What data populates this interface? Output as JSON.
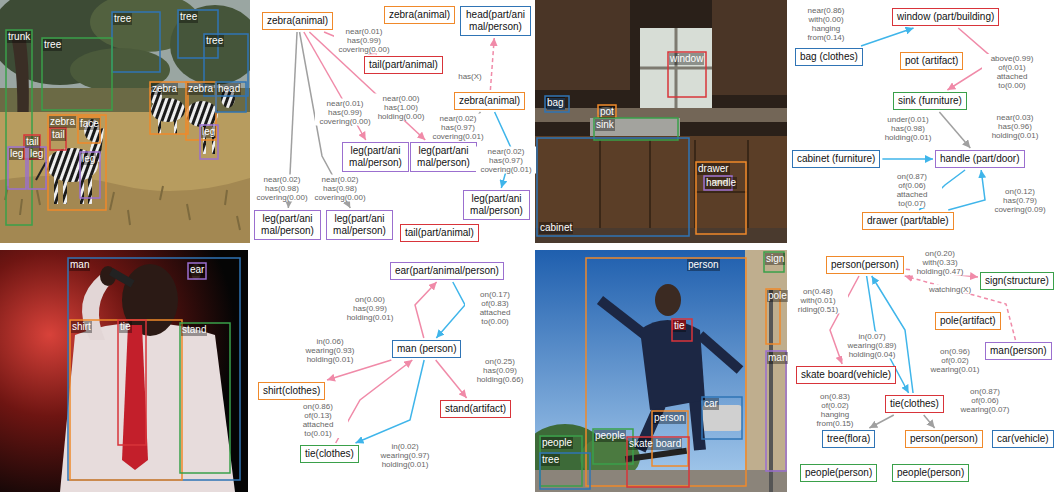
{
  "diagram": {
    "nodes": [
      {
        "text": [
          "zebra(animal)"
        ]
      },
      {
        "text": [
          "zebra(animal)"
        ]
      },
      {
        "text": [
          "head(part/animal/person)"
        ]
      },
      {
        "text": [
          "tail(part/animal)"
        ]
      },
      {
        "text": [
          "zebra(animal)"
        ]
      },
      {
        "text": [
          "leg(part/animal/person)"
        ]
      },
      {
        "text": [
          "leg(part/animal/person)"
        ]
      },
      {
        "text": [
          "leg(part/animal/person)"
        ]
      },
      {
        "text": [
          "leg(part/animal/person)"
        ]
      },
      {
        "text": [
          "leg(part/animal/person)"
        ]
      },
      {
        "text": [
          "tail(part/animal)"
        ]
      },
      {
        "text": [
          "window (part/building)"
        ]
      },
      {
        "text": [
          "bag (clothes)"
        ]
      },
      {
        "text": [
          "pot (artifact)"
        ]
      },
      {
        "text": [
          "sink (furniture)"
        ]
      },
      {
        "text": [
          "cabinet (furniture)"
        ]
      },
      {
        "text": [
          "handle (part/door)"
        ]
      },
      {
        "text": [
          "drawer (part/table)"
        ]
      },
      {
        "text": [
          "ear(part/animal/person)"
        ]
      },
      {
        "text": [
          "man (person)"
        ]
      },
      {
        "text": [
          "shirt(clothes)"
        ]
      },
      {
        "text": [
          "stand(artifact)"
        ]
      },
      {
        "text": [
          "tie(clothes)"
        ]
      },
      {
        "text": [
          "person(person)"
        ]
      },
      {
        "text": [
          "sign(structure)"
        ]
      },
      {
        "text": [
          "pole(artifact)"
        ]
      },
      {
        "text": [
          "man(person)"
        ]
      },
      {
        "text": [
          "skate board(vehicle)"
        ]
      },
      {
        "text": [
          "tie(clothes)"
        ]
      },
      {
        "text": [
          "tree(flora)"
        ]
      },
      {
        "text": [
          "person(person)"
        ]
      },
      {
        "text": [
          "car(vehicle)"
        ]
      },
      {
        "text": [
          "people(person)"
        ]
      },
      {
        "text": [
          "people(person)"
        ]
      }
    ],
    "edges": [
      {
        "from": 0,
        "to": 3,
        "arrow": "to",
        "label": "near(0.01) has(0.99) covering(0.00)"
      },
      {
        "from": 0,
        "to": 6,
        "arrow": "to",
        "label": "near(0.00) has(1.00) holding(0.00)"
      },
      {
        "from": 0,
        "to": 5,
        "arrow": "to",
        "label": "near(0.01) has(0.99) covering(0.00)"
      },
      {
        "from": 0,
        "to": 8,
        "arrow": "to",
        "label": "near(0.02) has(0.98) covering(0.00)"
      },
      {
        "from": 0,
        "to": 9,
        "arrow": "to",
        "label": "near(0.02) has(0.98) covering(0.00)"
      },
      {
        "from": 4,
        "to": 2,
        "arrow": "to",
        "label": "has(X)"
      },
      {
        "from": 4,
        "to": 6,
        "arrow": "to",
        "label": "near(0.02) has(0.97) covering(0.01)"
      },
      {
        "from": 4,
        "to": 7,
        "arrow": "to",
        "label": "near(0.02) has(0.97) covering(0.01)"
      },
      {
        "from": 12,
        "to": 11,
        "arrow": "to",
        "label": "near(0.86) with(0.00) hanging from(0.14)"
      },
      {
        "from": 11,
        "to": 14,
        "arrow": "to",
        "label": "above(0.99) of(0.01) attached to(0.00)"
      },
      {
        "from": 14,
        "to": 16,
        "arrow": "to",
        "label": "near(0.03) has(0.96) holding(0.01)"
      },
      {
        "from": 15,
        "to": 16,
        "arrow": "to",
        "label": "under(0.01) has(0.98) holding(0.01)"
      },
      {
        "from": 16,
        "to": 17,
        "arrow": "to",
        "label": "on(0.87) of(0.06) attached to(0.07)"
      },
      {
        "from": 17,
        "to": 16,
        "arrow": "to",
        "label": "on(0.12) has(0.79) covering(0.09)"
      },
      {
        "from": 19,
        "to": 18,
        "arrow": "to",
        "label": "on(0.00) has(0.99) holding(0.01)"
      },
      {
        "from": 18,
        "to": 19,
        "arrow": "to",
        "label": "on(0.17) of(0.83) attached to(0.00)"
      },
      {
        "from": 19,
        "to": 20,
        "arrow": "to",
        "label": "in(0.06) wearing(0.93) holding(0.01)"
      },
      {
        "from": 19,
        "to": 21,
        "arrow": "to",
        "label": "on(0.25) has(0.09) holding(0.66)"
      },
      {
        "from": 22,
        "to": 19,
        "arrow": "to",
        "label": "on(0.86) of(0.13) attached to(0.01)"
      },
      {
        "from": 19,
        "to": 22,
        "arrow": "to",
        "label": "in(0.02) wearing(0.97) holding(0.01)"
      },
      {
        "from": 23,
        "to": 24,
        "arrow": "to",
        "label": "on(0.20) with(0.33) holding(0.47)"
      },
      {
        "from": 23,
        "to": 27,
        "arrow": "to",
        "label": "on(0.48) with(0.01) riding(0.51)"
      },
      {
        "from": 23,
        "to": 28,
        "arrow": "to",
        "label": "in(0.07) wearing(0.89) holding(0.04)"
      },
      {
        "from": 28,
        "to": 23,
        "arrow": "to",
        "label": "on(0.96) of(0.02) wearing(0.01)"
      },
      {
        "from": 26,
        "to": 23,
        "arrow": "to",
        "label": "watching(X)"
      },
      {
        "from": 28,
        "to": 29,
        "arrow": "to",
        "label": "on(0.83) of(0.02) hanging from(0.15)"
      },
      {
        "from": 28,
        "to": 30,
        "arrow": "to",
        "label": "on(0.87) of(0.06) wearing(0.07)"
      }
    ],
    "labels": [
      "tree",
      "tree",
      "tree",
      "trunk",
      "tree",
      "zebra",
      "face",
      "tail",
      "tail",
      "leg",
      "leg",
      "leg",
      "zebra",
      "zebra",
      "head",
      "leg",
      "window",
      "bag",
      "pot",
      "sink",
      "cabinet",
      "drawer",
      "handle",
      "man",
      "ear",
      "shirt",
      "tie",
      "stand",
      "sign",
      "person",
      "pole",
      "tie",
      "man",
      "car",
      "person",
      "people",
      "people",
      "skate board",
      "tree"
    ]
  }
}
